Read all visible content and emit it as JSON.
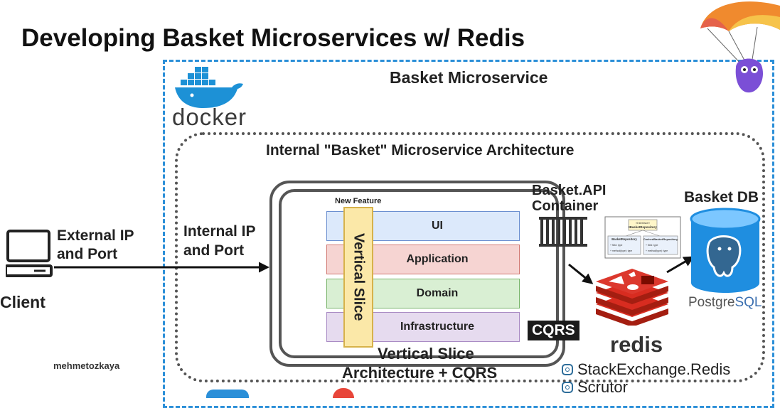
{
  "title": "Developing Basket Microservices w/ Redis",
  "outer": {
    "label": "Basket Microservice",
    "docker_text": "docker"
  },
  "inner": {
    "label": "Internal \"Basket\" Microservice Architecture"
  },
  "client": {
    "label": "Client",
    "external_ip": "External IP",
    "external_port": "and Port"
  },
  "internal": {
    "ip": "Internal IP",
    "port": "and Port"
  },
  "layers": {
    "new_feature": "New Feature",
    "ui": "UI",
    "application": "Application",
    "domain": "Domain",
    "infrastructure": "Infrastructure",
    "vertical_slice": "Vertical Slice"
  },
  "container": {
    "line1": "Basket.API",
    "line2": "Container"
  },
  "cqrs": "CQRS",
  "arch_caption": {
    "line1": "Vertical Slice",
    "line2": "Architecture + CQRS"
  },
  "db": {
    "label": "Basket DB",
    "postgres": "PostgreSQL",
    "postgres_pre": "Postgre",
    "postgres_post": "SQL"
  },
  "redis": {
    "label": "redis"
  },
  "uml": {
    "interface_stereo": "«Interface»",
    "interface_name": "IBasketRepository",
    "class1": "BasketRepository",
    "class2": "CachedBasketRepository",
    "field": "+ field: type",
    "method": "+ method(type): type"
  },
  "libraries": [
    "StackExchange.Redis",
    "Scrutor"
  ],
  "author": "mehmetozkaya",
  "colors": {
    "dashed_border": "#2b8fd8",
    "docker_blue": "#1d91d6",
    "redis_red": "#d82c20",
    "postgres_blue": "#336791"
  }
}
